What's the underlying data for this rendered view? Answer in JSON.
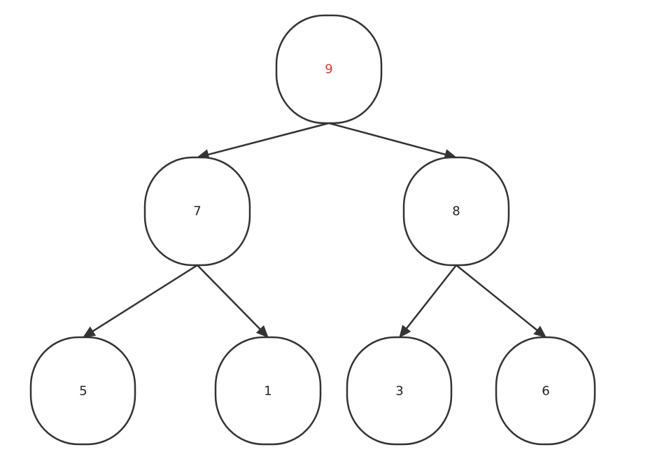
{
  "colors": {
    "stroke": "#333333",
    "root_text": "#d33b2f",
    "text": "#222222",
    "fill": "#ffffff"
  },
  "nodes": [
    {
      "id": "root",
      "label": "9",
      "highlight": true
    },
    {
      "id": "n7",
      "label": "7",
      "highlight": false
    },
    {
      "id": "n8",
      "label": "8",
      "highlight": false
    },
    {
      "id": "n5",
      "label": "5",
      "highlight": false
    },
    {
      "id": "n1",
      "label": "1",
      "highlight": false
    },
    {
      "id": "n3",
      "label": "3",
      "highlight": false
    },
    {
      "id": "n6",
      "label": "6",
      "highlight": false
    }
  ],
  "edges": [
    {
      "from": "root",
      "to": "n7"
    },
    {
      "from": "root",
      "to": "n8"
    },
    {
      "from": "n7",
      "to": "n5"
    },
    {
      "from": "n7",
      "to": "n1"
    },
    {
      "from": "n8",
      "to": "n3"
    },
    {
      "from": "n8",
      "to": "n6"
    }
  ]
}
